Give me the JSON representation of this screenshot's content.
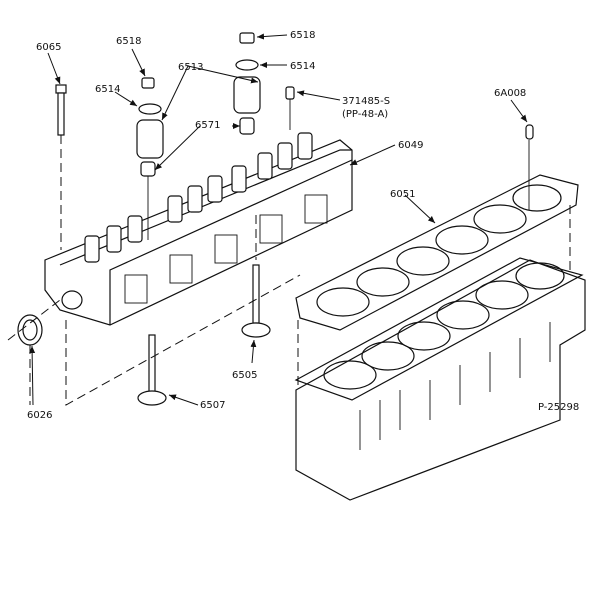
{
  "diagram": {
    "title": "Cylinder head exploded view",
    "figure_number": "P-25298",
    "callouts": [
      {
        "id": "6065",
        "text": "6065",
        "part": "head-bolt"
      },
      {
        "id": "6518-left",
        "text": "6518",
        "part": "valve-spring-retainer-key"
      },
      {
        "id": "6514-left",
        "text": "6514",
        "part": "valve-spring-retainer"
      },
      {
        "id": "6513",
        "text": "6513",
        "part": "valve-spring"
      },
      {
        "id": "6571",
        "text": "6571",
        "part": "valve-stem-seal"
      },
      {
        "id": "6518-right",
        "text": "6518",
        "part": "valve-spring-retainer-key"
      },
      {
        "id": "6514-right",
        "text": "6514",
        "part": "valve-spring-retainer"
      },
      {
        "id": "371485-S",
        "text": "371485-S",
        "part": "plug"
      },
      {
        "id": "PP-48-A",
        "text": "(PP-48-A)",
        "part": "plug-spec"
      },
      {
        "id": "6049",
        "text": "6049",
        "part": "cylinder-head"
      },
      {
        "id": "6A008",
        "text": "6A008",
        "part": "dowel"
      },
      {
        "id": "6051",
        "text": "6051",
        "part": "head-gasket"
      },
      {
        "id": "6026",
        "text": "6026",
        "part": "expansion-plug"
      },
      {
        "id": "6505",
        "text": "6505",
        "part": "intake-valve"
      },
      {
        "id": "6507",
        "text": "6507",
        "part": "exhaust-valve"
      }
    ]
  }
}
